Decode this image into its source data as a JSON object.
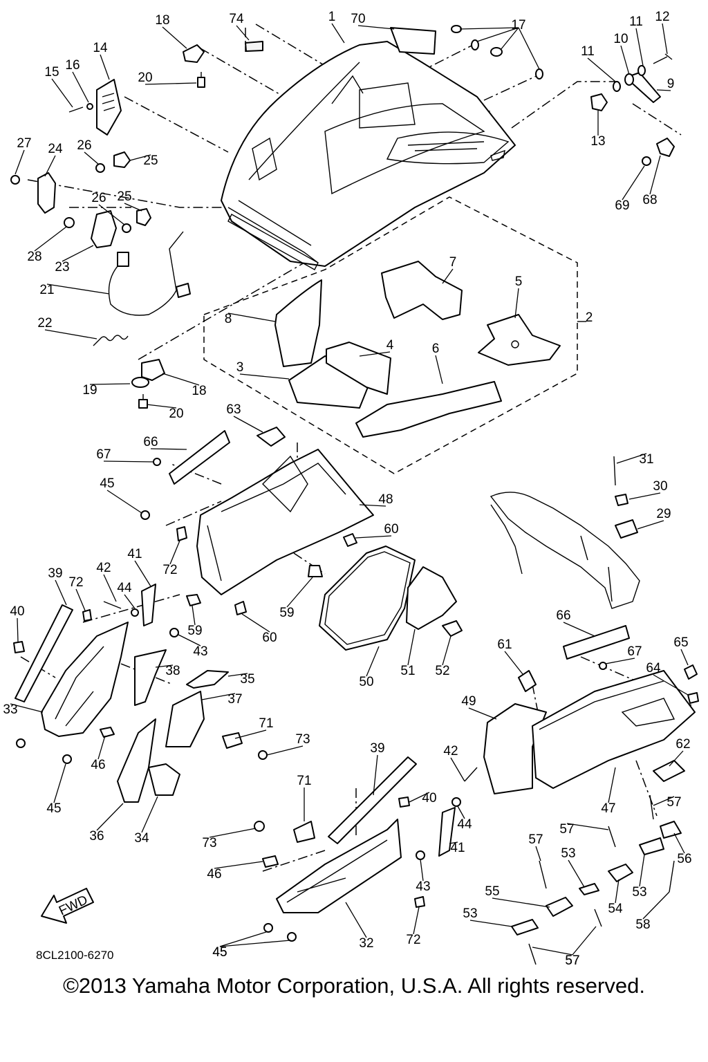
{
  "diagram": {
    "code": "8CL2100-6270",
    "direction_marker": "FWD",
    "callouts": [
      "1",
      "2",
      "3",
      "4",
      "5",
      "6",
      "7",
      "8",
      "9",
      "10",
      "11",
      "11",
      "12",
      "13",
      "14",
      "15",
      "16",
      "17",
      "18",
      "18",
      "19",
      "20",
      "20",
      "21",
      "22",
      "23",
      "24",
      "25",
      "25",
      "26",
      "26",
      "27",
      "28",
      "29",
      "30",
      "31",
      "32",
      "33",
      "34",
      "35",
      "36",
      "37",
      "38",
      "39",
      "39",
      "40",
      "40",
      "41",
      "41",
      "42",
      "42",
      "43",
      "43",
      "44",
      "44",
      "45",
      "45",
      "45",
      "45",
      "46",
      "46",
      "47",
      "48",
      "49",
      "50",
      "51",
      "52",
      "53",
      "53",
      "53",
      "54",
      "55",
      "56",
      "57",
      "57",
      "57",
      "57",
      "57",
      "58",
      "59",
      "59",
      "60",
      "60",
      "61",
      "62",
      "63",
      "64",
      "65",
      "66",
      "66",
      "67",
      "67",
      "68",
      "69",
      "70",
      "71",
      "71",
      "72",
      "72",
      "72",
      "73",
      "73",
      "74"
    ]
  },
  "footer": {
    "copyright": "©2013 Yamaha Motor Corporation, U.S.A. All rights reserved."
  }
}
